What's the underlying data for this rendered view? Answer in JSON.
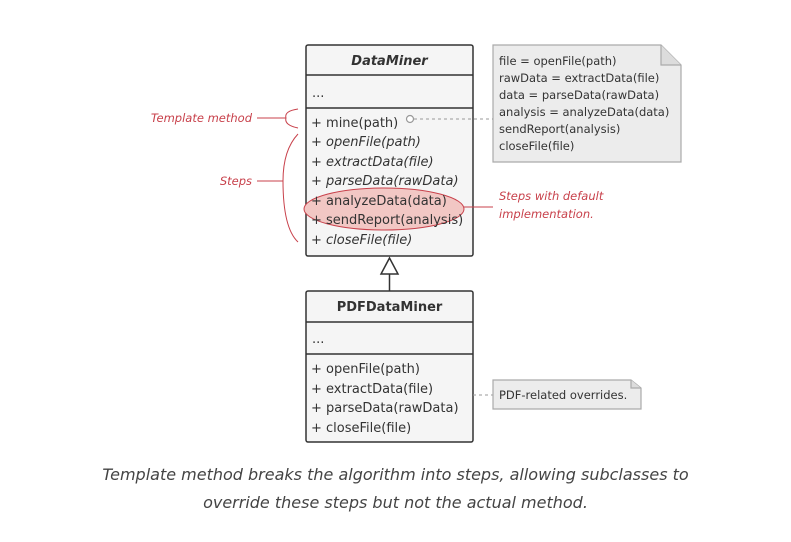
{
  "classes": {
    "base": {
      "name": "DataMiner",
      "fields": "...",
      "methods": [
        {
          "text": "+ mine(path)",
          "abstract": false
        },
        {
          "text": "+ openFile(path)",
          "abstract": true
        },
        {
          "text": "+ extractData(file)",
          "abstract": true
        },
        {
          "text": "+ parseData(rawData)",
          "abstract": true
        },
        {
          "text": "+ analyzeData(data)",
          "abstract": false
        },
        {
          "text": "+ sendReport(analysis)",
          "abstract": false
        },
        {
          "text": "+ closeFile(file)",
          "abstract": true
        }
      ]
    },
    "sub": {
      "name": "PDFDataMiner",
      "fields": "...",
      "methods": [
        {
          "text": "+ openFile(path)",
          "abstract": false
        },
        {
          "text": "+ extractData(file)",
          "abstract": false
        },
        {
          "text": "+ parseData(rawData)",
          "abstract": false
        },
        {
          "text": "+ closeFile(file)",
          "abstract": false
        }
      ]
    }
  },
  "notes": {
    "mine_body": [
      "file = openFile(path)",
      "rawData = extractData(file)",
      "data = parseData(rawData)",
      "analysis = analyzeData(data)",
      "sendReport(analysis)",
      "closeFile(file)"
    ],
    "overrides": "PDF-related overrides."
  },
  "annotations": {
    "template_method": "Template method",
    "steps": "Steps",
    "default_impl": [
      "Steps with default",
      "implementation."
    ]
  },
  "caption": [
    "Template method breaks the algorithm into steps, allowing subclasses to",
    "override these steps but not the actual method."
  ],
  "colors": {
    "accent": "#c8414b",
    "highlight_fill": "#f2c7c4",
    "box_fill": "#f5f5f5",
    "note_fill": "#ececec",
    "border": "#333333"
  }
}
